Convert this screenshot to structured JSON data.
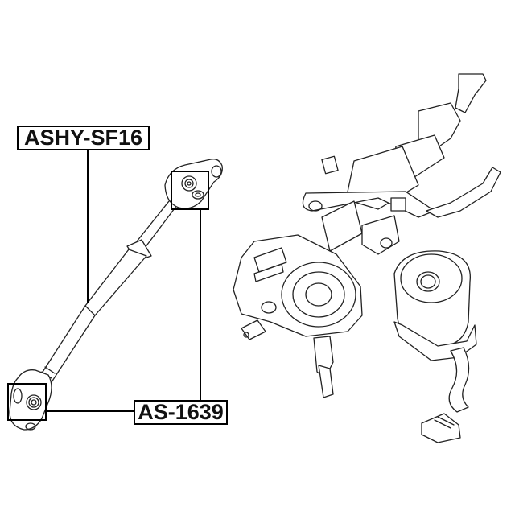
{
  "diagram": {
    "type": "parts-diagram",
    "subject": "steering column assembly with intermediate shaft",
    "labels": [
      {
        "id": "part-1",
        "text": "ASHY-SF16",
        "points_to": "intermediate steering shaft"
      },
      {
        "id": "part-2",
        "text": "AS-1639",
        "points_to": "universal joints (upper and lower)"
      }
    ],
    "colors": {
      "line": "#000000",
      "background": "#ffffff"
    }
  }
}
